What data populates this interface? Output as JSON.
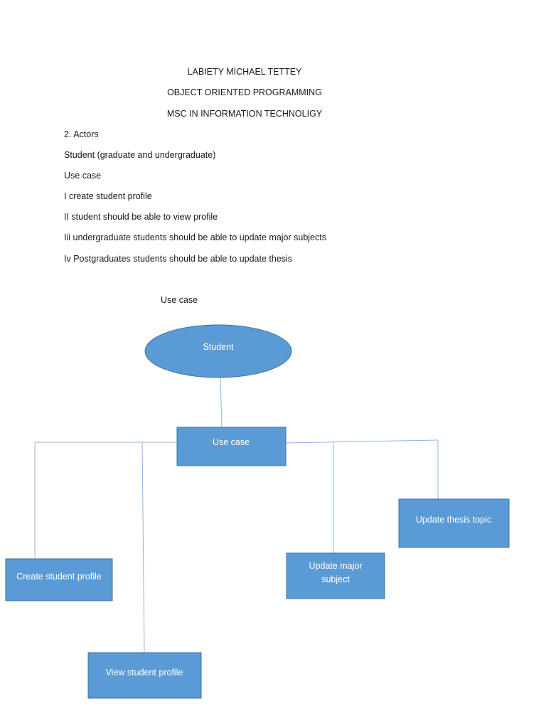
{
  "header": {
    "author": "LABIETY MICHAEL TETTEY",
    "course": "OBJECT ORIENTED PROGRAMMING",
    "program": "MSC IN INFORMATION TECHNOLIGY"
  },
  "body": {
    "actors_heading": "2. Actors",
    "actor": "Student (graduate and undergraduate)",
    "use_case_heading": "Use case",
    "items": [
      "I create student profile",
      "II student should be able to view profile",
      "Iii undergraduate students should be able to update major subjects",
      "Iv Postgraduates students should be able to update thesis"
    ],
    "diagram_caption": "Use case"
  },
  "diagram": {
    "actor_label": "Student",
    "hub_label": "Use case",
    "create_label": "Create student profile",
    "view_label": "View student profile",
    "major_label_line1": "Update major",
    "major_label_line2": "subject",
    "thesis_label": "Update thesis topic",
    "shape_color": "#5b9bd5",
    "shape_border_color": "#41719c",
    "connector_color": "#8fb4de"
  }
}
